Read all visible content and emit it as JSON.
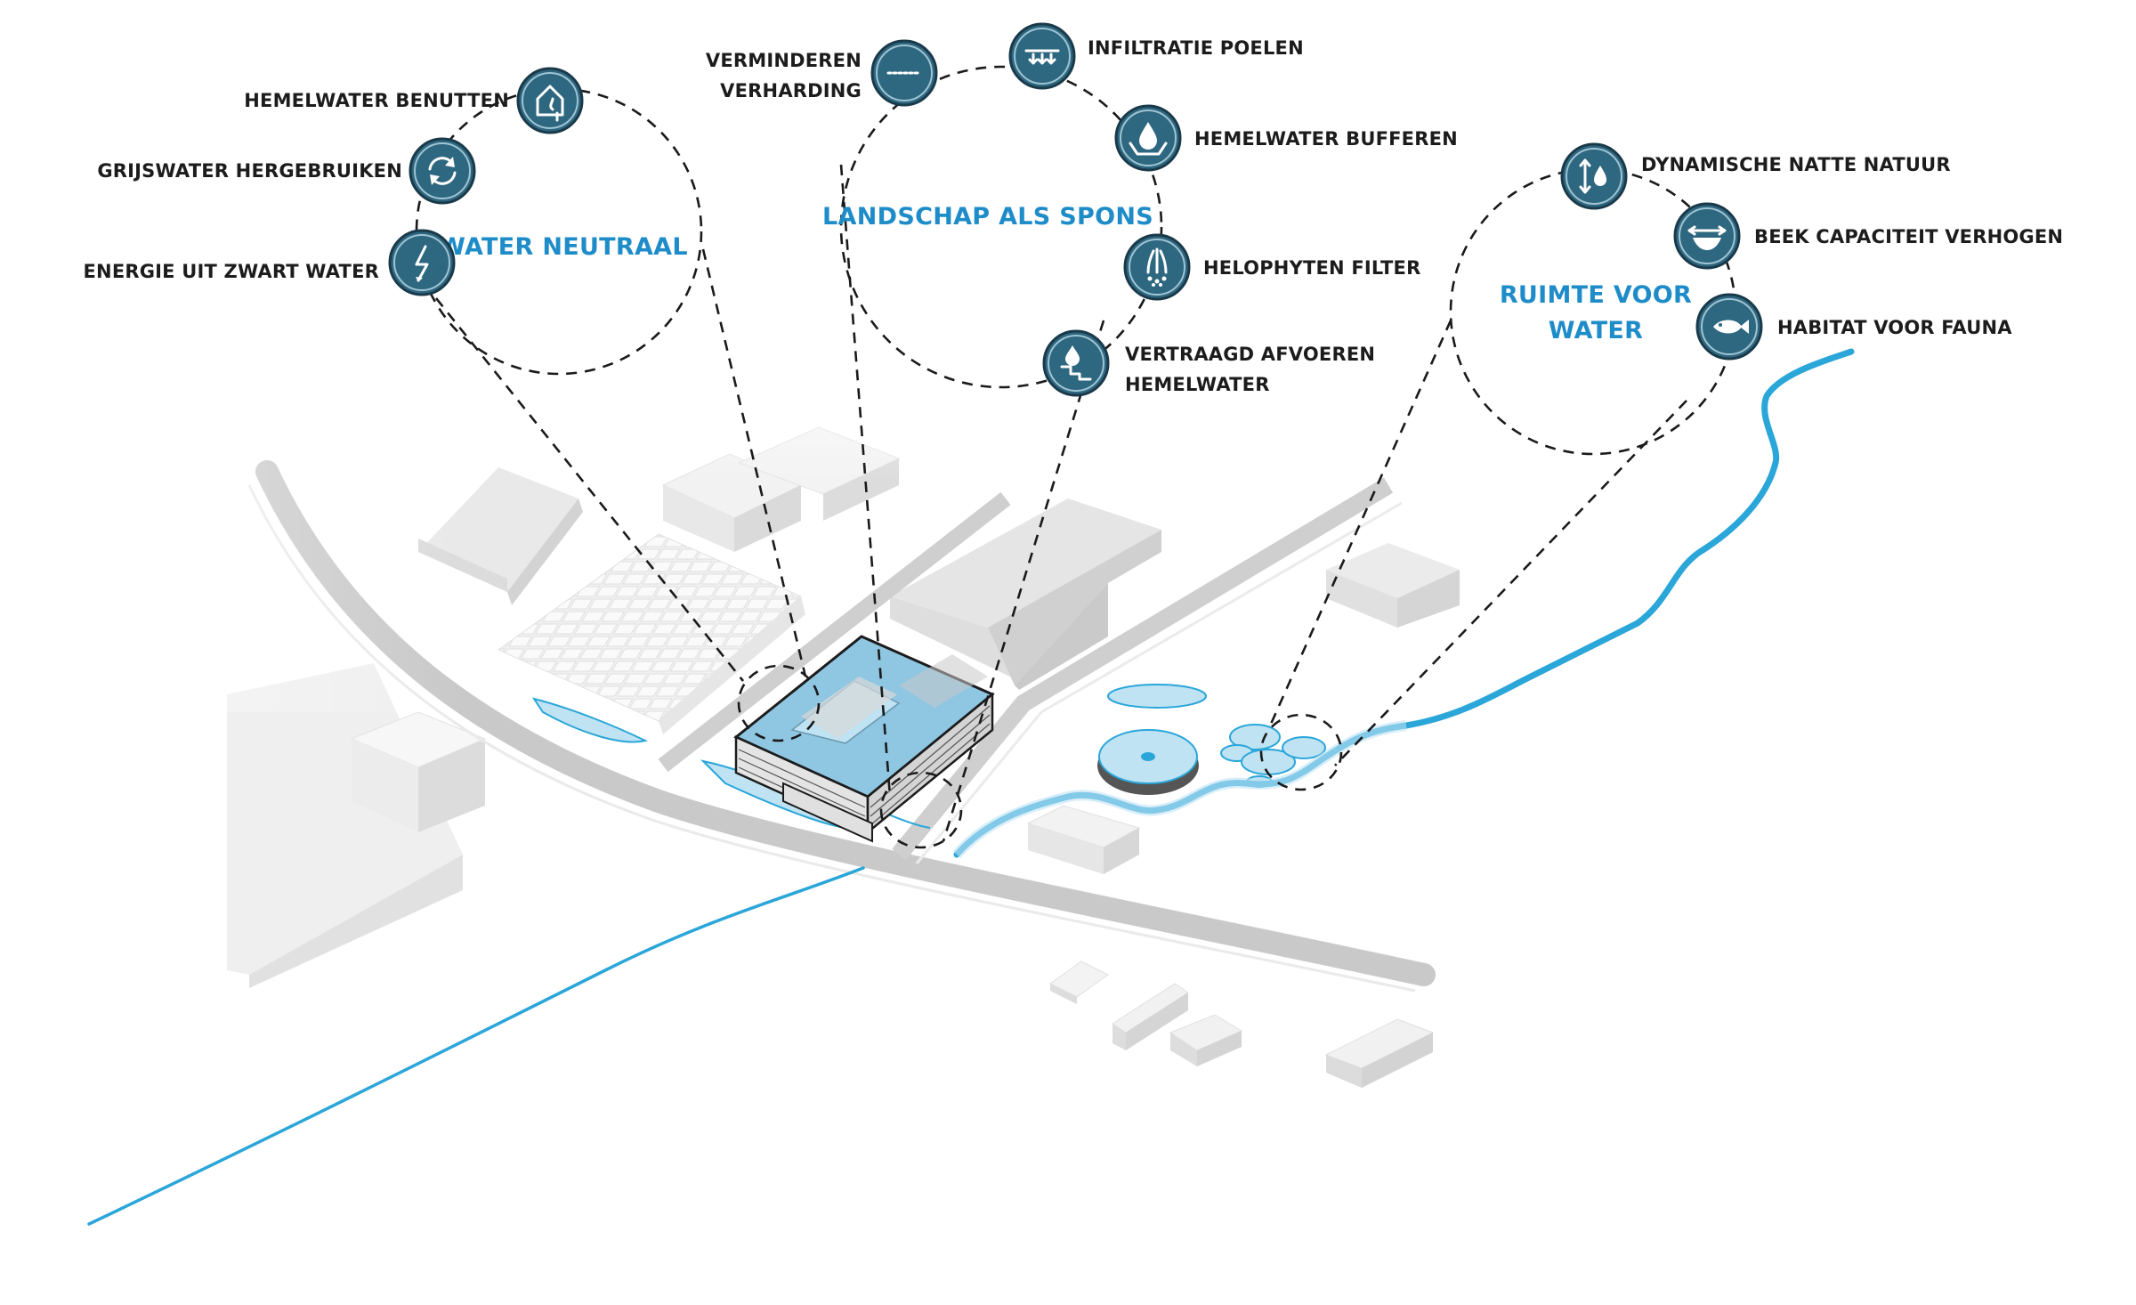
{
  "colors": {
    "accent": "#1e8cc8",
    "bubble": "#2e6780",
    "water": "#2aa6d9",
    "pond": "#bfe3f3"
  },
  "groups": [
    {
      "id": "water-neutraal",
      "lines": [
        "WATER NEUTRAAL"
      ]
    },
    {
      "id": "landschap-als-spons",
      "lines": [
        "LANDSCHAP ALS SPONS"
      ]
    },
    {
      "id": "ruimte-voor-water",
      "lines": [
        "RUIMTE VOOR",
        "WATER"
      ]
    }
  ],
  "features": [
    {
      "id": "hemelwater-benutten",
      "icon": "house-rain-icon",
      "lines": [
        "HEMELWATER BENUTTEN"
      ]
    },
    {
      "id": "grijswater-hergebruiken",
      "icon": "recycle-icon",
      "lines": [
        "GRIJSWATER HERGEBRUIKEN"
      ]
    },
    {
      "id": "energie-uit-zwart-water",
      "icon": "lightning-icon",
      "lines": [
        "ENERGIE UIT ZWART WATER"
      ]
    },
    {
      "id": "verminderen-verharding",
      "icon": "pavement-icon",
      "lines": [
        "VERMINDEREN",
        "VERHARDING"
      ]
    },
    {
      "id": "infiltratie-poelen",
      "icon": "infiltration-icon",
      "lines": [
        "INFILTRATIE POELEN"
      ]
    },
    {
      "id": "hemelwater-bufferen",
      "icon": "water-drop-basin-icon",
      "lines": [
        "HEMELWATER BUFFEREN"
      ]
    },
    {
      "id": "helophyten-filter",
      "icon": "reed-plant-icon",
      "lines": [
        "HELOPHYTEN FILTER"
      ]
    },
    {
      "id": "vertraagd-afvoeren-hemelwater",
      "icon": "drop-steps-icon",
      "lines": [
        "VERTRAAGD AFVOEREN",
        "HEMELWATER"
      ]
    },
    {
      "id": "dynamische-natte-natuur",
      "icon": "drop-updown-icon",
      "lines": [
        "DYNAMISCHE NATTE NATUUR"
      ]
    },
    {
      "id": "beek-capaciteit-verhogen",
      "icon": "stream-capacity-icon",
      "lines": [
        "BEEK CAPACITEIT VERHOGEN"
      ]
    },
    {
      "id": "habitat-voor-fauna",
      "icon": "fish-icon",
      "lines": [
        "HABITAT VOOR FAUNA"
      ]
    }
  ]
}
